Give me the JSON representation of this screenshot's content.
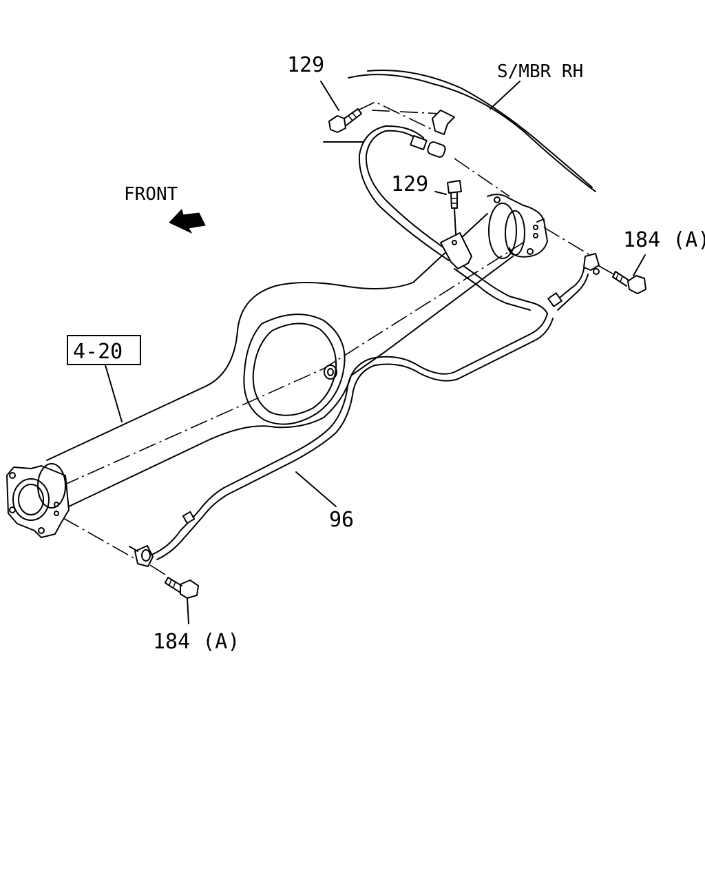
{
  "labels": {
    "bolt_top": "129",
    "bracket_bolt": "129",
    "side_member": "S/MBR RH",
    "front": "FRONT",
    "sensor_bolt_right": "184 (A)",
    "sensor_bolt_left": "184 (A)",
    "axle_ref": "4-20",
    "harness": "96"
  }
}
